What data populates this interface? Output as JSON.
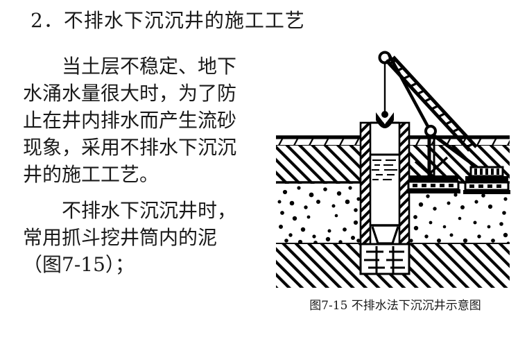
{
  "slide": {
    "background_color": "#ffffff",
    "text_color": "#1a1a1a"
  },
  "heading": {
    "number": "2",
    "text": "2．不排水下沉沉井的施工工艺"
  },
  "body": {
    "paragraphs": [
      "当土层不稳定、地下水涌水量很大时，为了防止在井内排水而产生流砂现象，采用不排水下沉沉井的施工工艺。",
      "不排水下沉沉井时，常用抓斗挖井筒内的泥（图7-15）；"
    ]
  },
  "figure": {
    "caption": "图7-15  不排水法下沉沉井示意图",
    "label": "图7-15",
    "title": "不排水法下沉沉井示意图",
    "line_color": "#000000",
    "elements": {
      "crane": "crawler-crane-with-lattice-boom",
      "grab": "clamshell-grab-bucket",
      "caisson": "open-caisson-shaft",
      "water": "water-level-inside-caisson",
      "hoist_cable": "hoisting-cable",
      "strata": [
        {
          "name": "fill-layer",
          "pattern": "diagonal-hatch"
        },
        {
          "name": "sand-layer",
          "pattern": "stipple-dots"
        },
        {
          "name": "bedrock-layer",
          "pattern": "diagonal-hatch"
        }
      ]
    }
  }
}
